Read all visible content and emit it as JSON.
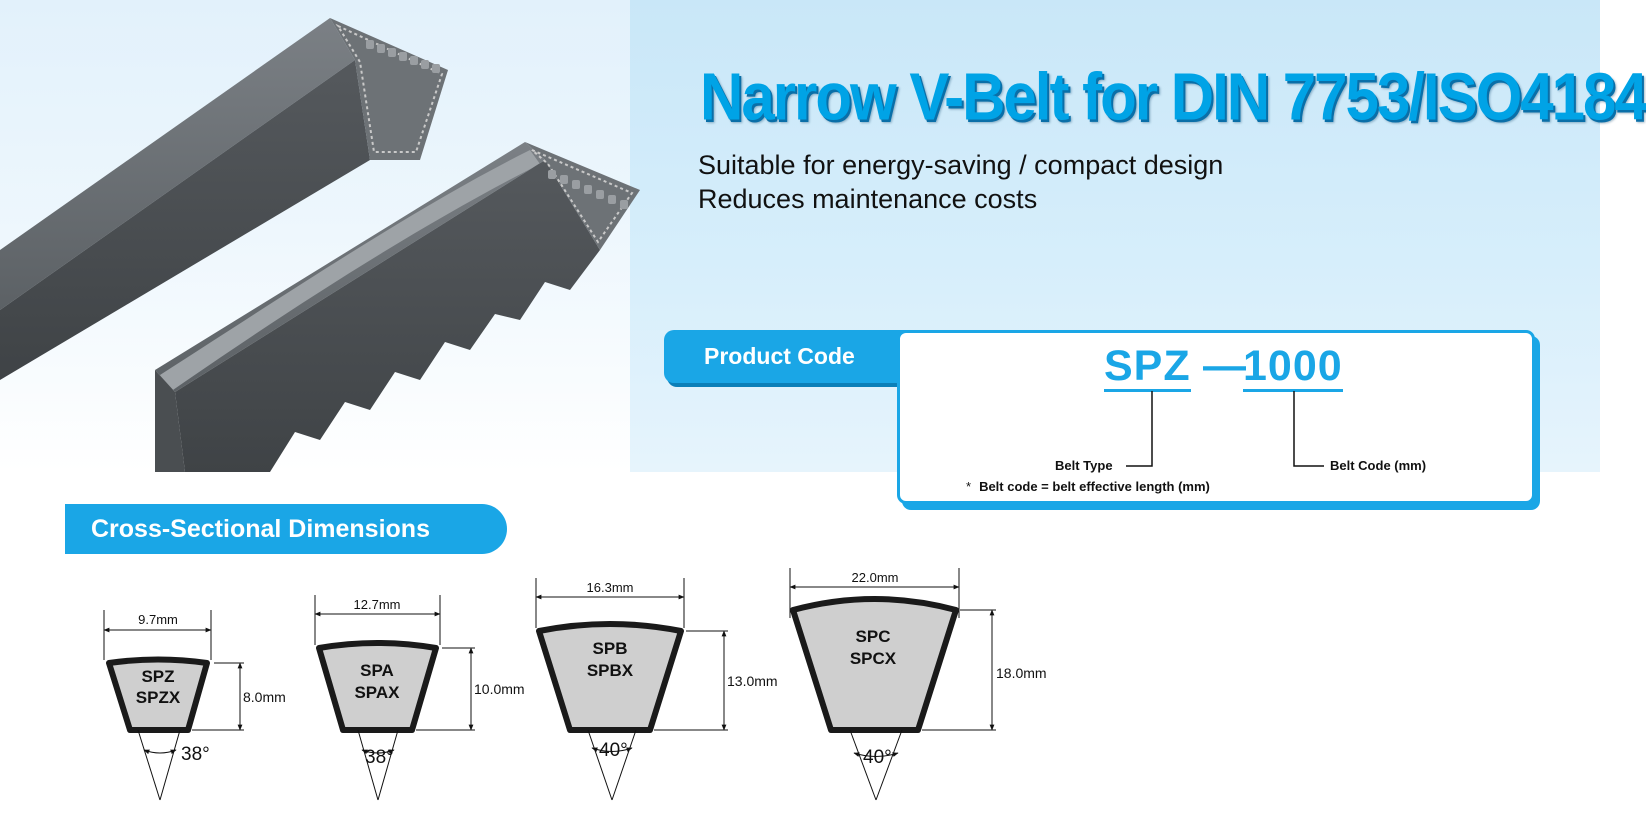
{
  "header": {
    "title": "Narrow V-Belt for DIN 7753/ISO4184",
    "subtitle_1": "Suitable for energy-saving / compact design",
    "subtitle_2": "Reduces maintenance costs"
  },
  "product_code": {
    "tab_label": "Product Code",
    "code_type": "SPZ",
    "code_dash": "—",
    "code_number": "1000",
    "belt_type_label": "Belt Type",
    "belt_code_label": "Belt Code (mm)",
    "note_mark": "*",
    "note": "Belt code = belt effective length (mm)"
  },
  "cross_section": {
    "tab_label": "Cross-Sectional Dimensions",
    "belts": [
      {
        "line1": "SPZ",
        "line2": "SPZX",
        "width": "9.7mm",
        "height": "8.0mm",
        "angle": "38°"
      },
      {
        "line1": "SPA",
        "line2": "SPAX",
        "width": "12.7mm",
        "height": "10.0mm",
        "angle": "38°"
      },
      {
        "line1": "SPB",
        "line2": "SPBX",
        "width": "16.3mm",
        "height": "13.0mm",
        "angle": "40°"
      },
      {
        "line1": "SPC",
        "line2": "SPCX",
        "width": "22.0mm",
        "height": "18.0mm",
        "angle": "40°"
      }
    ]
  },
  "colors": {
    "accent": "#1aa6e6",
    "title": "#00a3e6",
    "belt_fill": "#cfcfcf",
    "belt_outline": "#1a1a1a",
    "rubber": "#5d6266"
  }
}
